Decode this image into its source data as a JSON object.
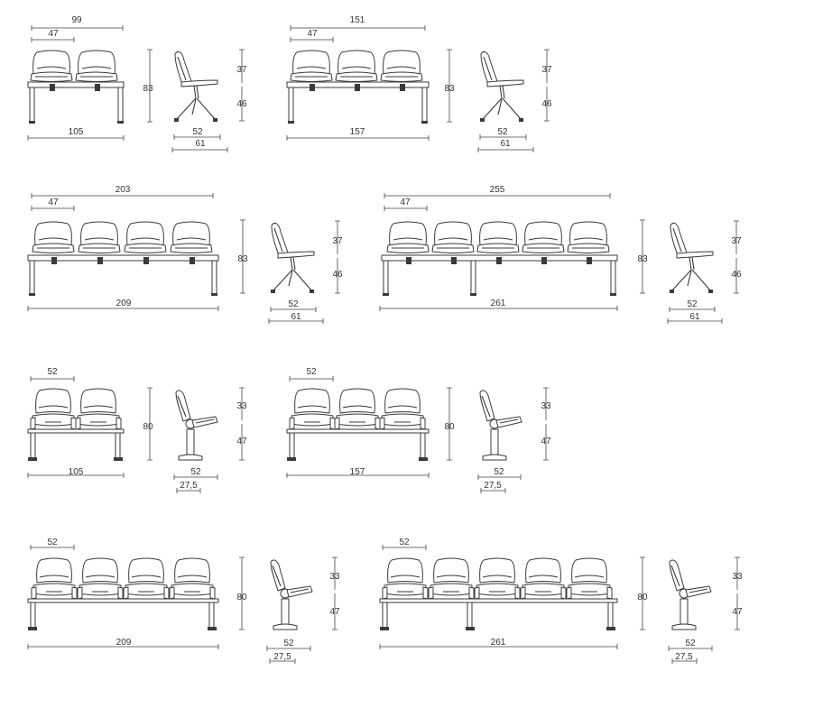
{
  "colors": {
    "ink": "#3a3a3a",
    "dimension": "#444444",
    "background": "#ffffff"
  },
  "row1": {
    "beam2": {
      "overall": "105",
      "top": "99",
      "seat": "47",
      "height": "83"
    },
    "side1": {
      "back": "37",
      "seat_h": "46",
      "seat_d": "52",
      "depth": "61"
    },
    "beam3": {
      "overall": "157",
      "top": "151",
      "seat": "47",
      "height": "83"
    },
    "side2": {
      "back": "37",
      "seat_h": "46",
      "seat_d": "52",
      "depth": "61"
    }
  },
  "row2": {
    "beam4": {
      "overall": "209",
      "top": "203",
      "seat": "47",
      "height": "83"
    },
    "side1": {
      "back": "37",
      "seat_h": "46",
      "seat_d": "52",
      "depth": "61"
    },
    "beam5": {
      "overall": "261",
      "top": "255",
      "seat": "47",
      "height": "83"
    },
    "side2": {
      "back": "37",
      "seat_h": "46",
      "seat_d": "52",
      "depth": "61"
    }
  },
  "row3": {
    "beam2": {
      "overall": "105",
      "seat": "52",
      "height": "80"
    },
    "side1": {
      "back": "33",
      "seat_h": "47",
      "seat_d": "52",
      "depth": "27,5"
    },
    "beam3": {
      "overall": "157",
      "seat": "52",
      "height": "80"
    },
    "side2": {
      "back": "33",
      "seat_h": "47",
      "seat_d": "52",
      "depth": "27,5"
    }
  },
  "row4": {
    "beam4": {
      "overall": "209",
      "seat": "52",
      "height": "80"
    },
    "side1": {
      "back": "33",
      "seat_h": "47",
      "seat_d": "52",
      "depth": "27,5"
    },
    "beam5": {
      "overall": "261",
      "seat": "52",
      "height": "80"
    },
    "side2": {
      "back": "33",
      "seat_h": "47",
      "seat_d": "52",
      "depth": "27,5"
    }
  }
}
